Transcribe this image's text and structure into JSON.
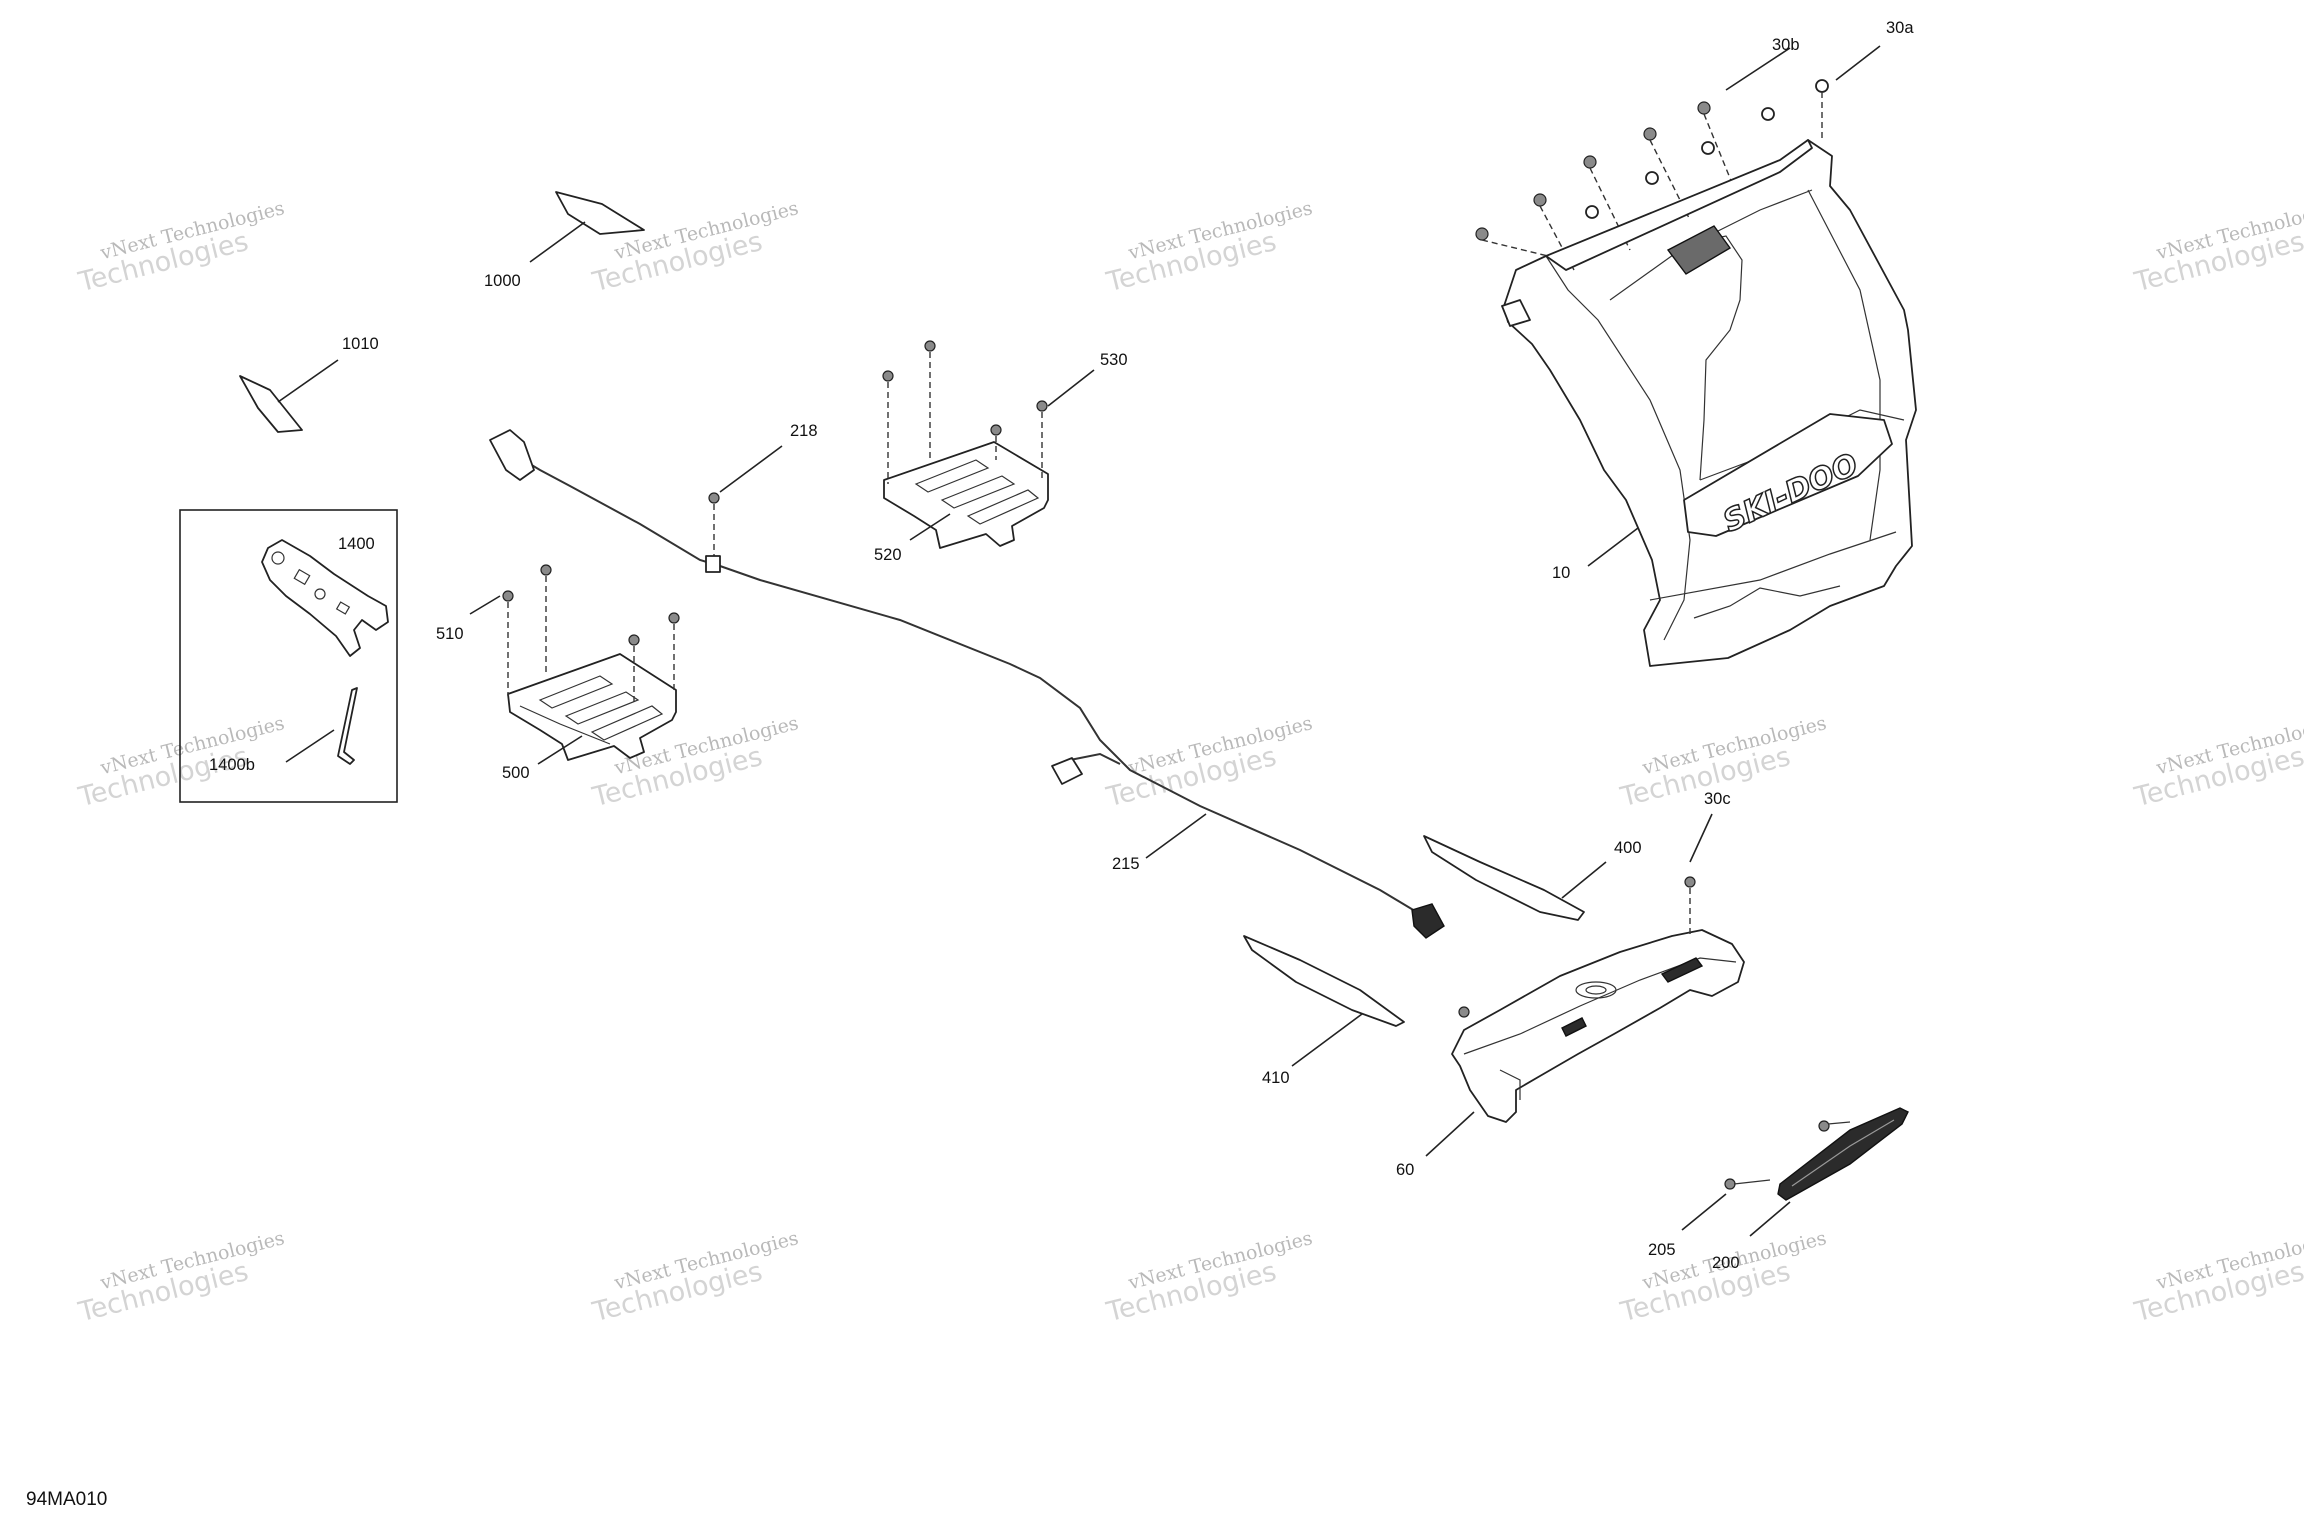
{
  "figure_id": "94MA010",
  "callouts": {
    "c1000": "1000",
    "c1010": "1010",
    "c1400": "1400",
    "c1400b": "1400b",
    "c510": "510",
    "c500": "500",
    "c218": "218",
    "c520": "520",
    "c530": "530",
    "c215": "215",
    "c10": "10",
    "c30a": "30a",
    "c30b": "30b",
    "c30c": "30c",
    "c400": "400",
    "c410": "410",
    "c60": "60",
    "c205": "205",
    "c200": "200"
  },
  "logo_text": "SKI-DOO",
  "watermark": {
    "line1": "vNext Technologies",
    "line2": "Technologies"
  },
  "colors": {
    "line": "#222222",
    "watermark": "#b9b9b9"
  }
}
